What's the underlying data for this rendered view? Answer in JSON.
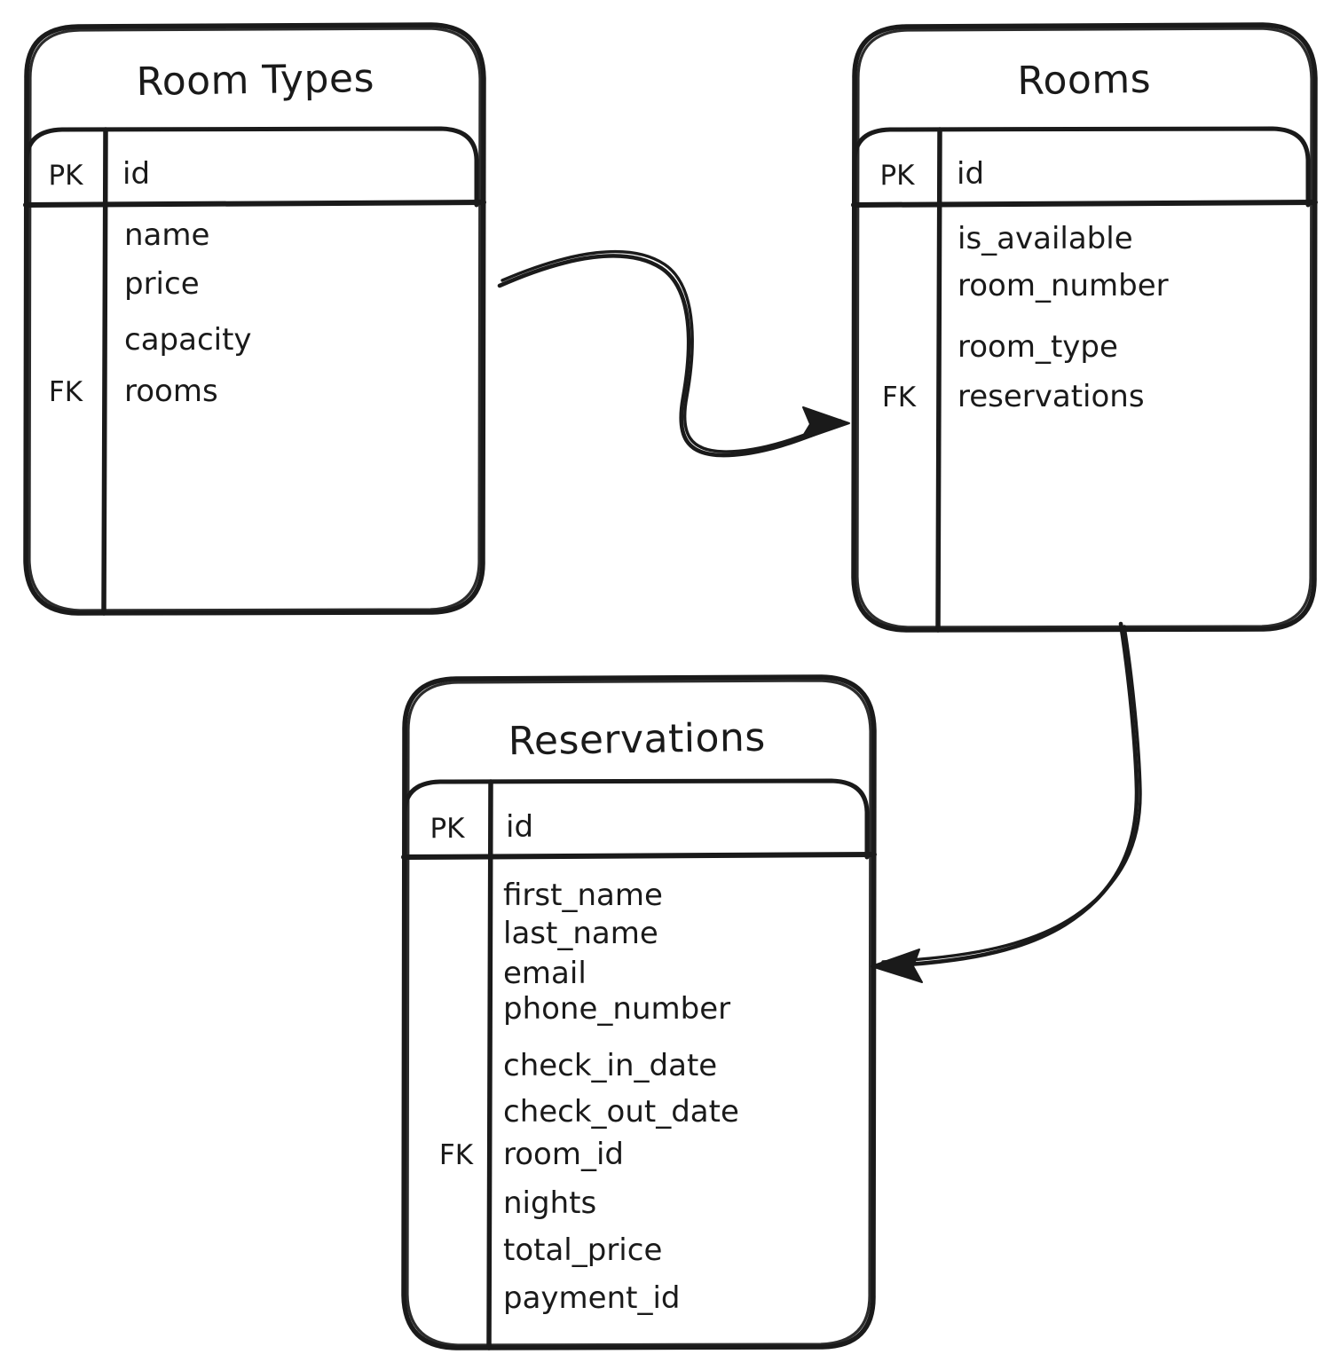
{
  "diagram": {
    "type": "entity-relationship-diagram",
    "style": "hand-drawn",
    "background_color": "#ffffff",
    "stroke_color": "#1a1a1a",
    "entities": [
      {
        "id": "room-types",
        "title": "Room Types",
        "primary_key": {
          "key": "PK",
          "field": "id"
        },
        "foreign_key_label": "FK",
        "foreign_key_field": "rooms",
        "fields": [
          "name",
          "price",
          "capacity",
          "rooms"
        ]
      },
      {
        "id": "rooms",
        "title": "Rooms",
        "primary_key": {
          "key": "PK",
          "field": "id"
        },
        "foreign_key_label": "FK",
        "foreign_key_field": "reservations",
        "fields": [
          "is_available",
          "room_number",
          "room_type",
          "reservations"
        ]
      },
      {
        "id": "reservations",
        "title": "Reservations",
        "primary_key": {
          "key": "PK",
          "field": "id"
        },
        "foreign_key_label": "FK",
        "foreign_key_field": "room_id",
        "fields": [
          "first_name",
          "last_name",
          "email",
          "phone_number",
          "check_in_date",
          "check_out_date",
          "room_id",
          "nights",
          "total_price",
          "payment_id"
        ]
      }
    ],
    "relationships": [
      {
        "id": "rel-roomtypes-rooms",
        "from": "room-types",
        "to": "rooms",
        "direction": "right"
      },
      {
        "id": "rel-rooms-reservations",
        "from": "rooms",
        "to": "reservations",
        "direction": "left"
      }
    ]
  }
}
